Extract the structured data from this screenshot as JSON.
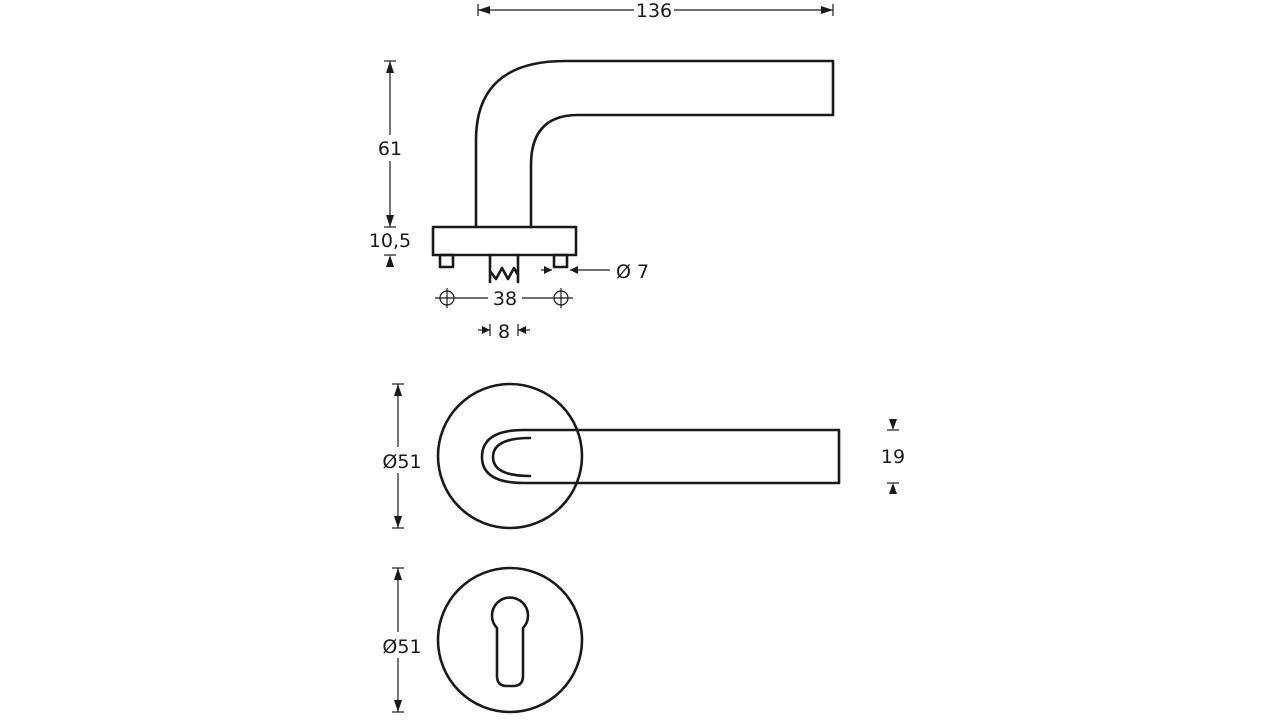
{
  "colors": {
    "line": "#1a1a1a",
    "background": "#ffffff"
  },
  "side_view": {
    "dimensions": {
      "overall_length": "136",
      "lever_height": "61",
      "rose_height": "10,5",
      "pin_diameter": "Ø 7",
      "pin_spacing": "38",
      "spindle_square": "8"
    }
  },
  "front_view": {
    "dimensions": {
      "rose_diameter": "Ø51",
      "grip_width": "19"
    }
  },
  "escutcheon_view": {
    "dimensions": {
      "rose_diameter": "Ø51"
    }
  }
}
